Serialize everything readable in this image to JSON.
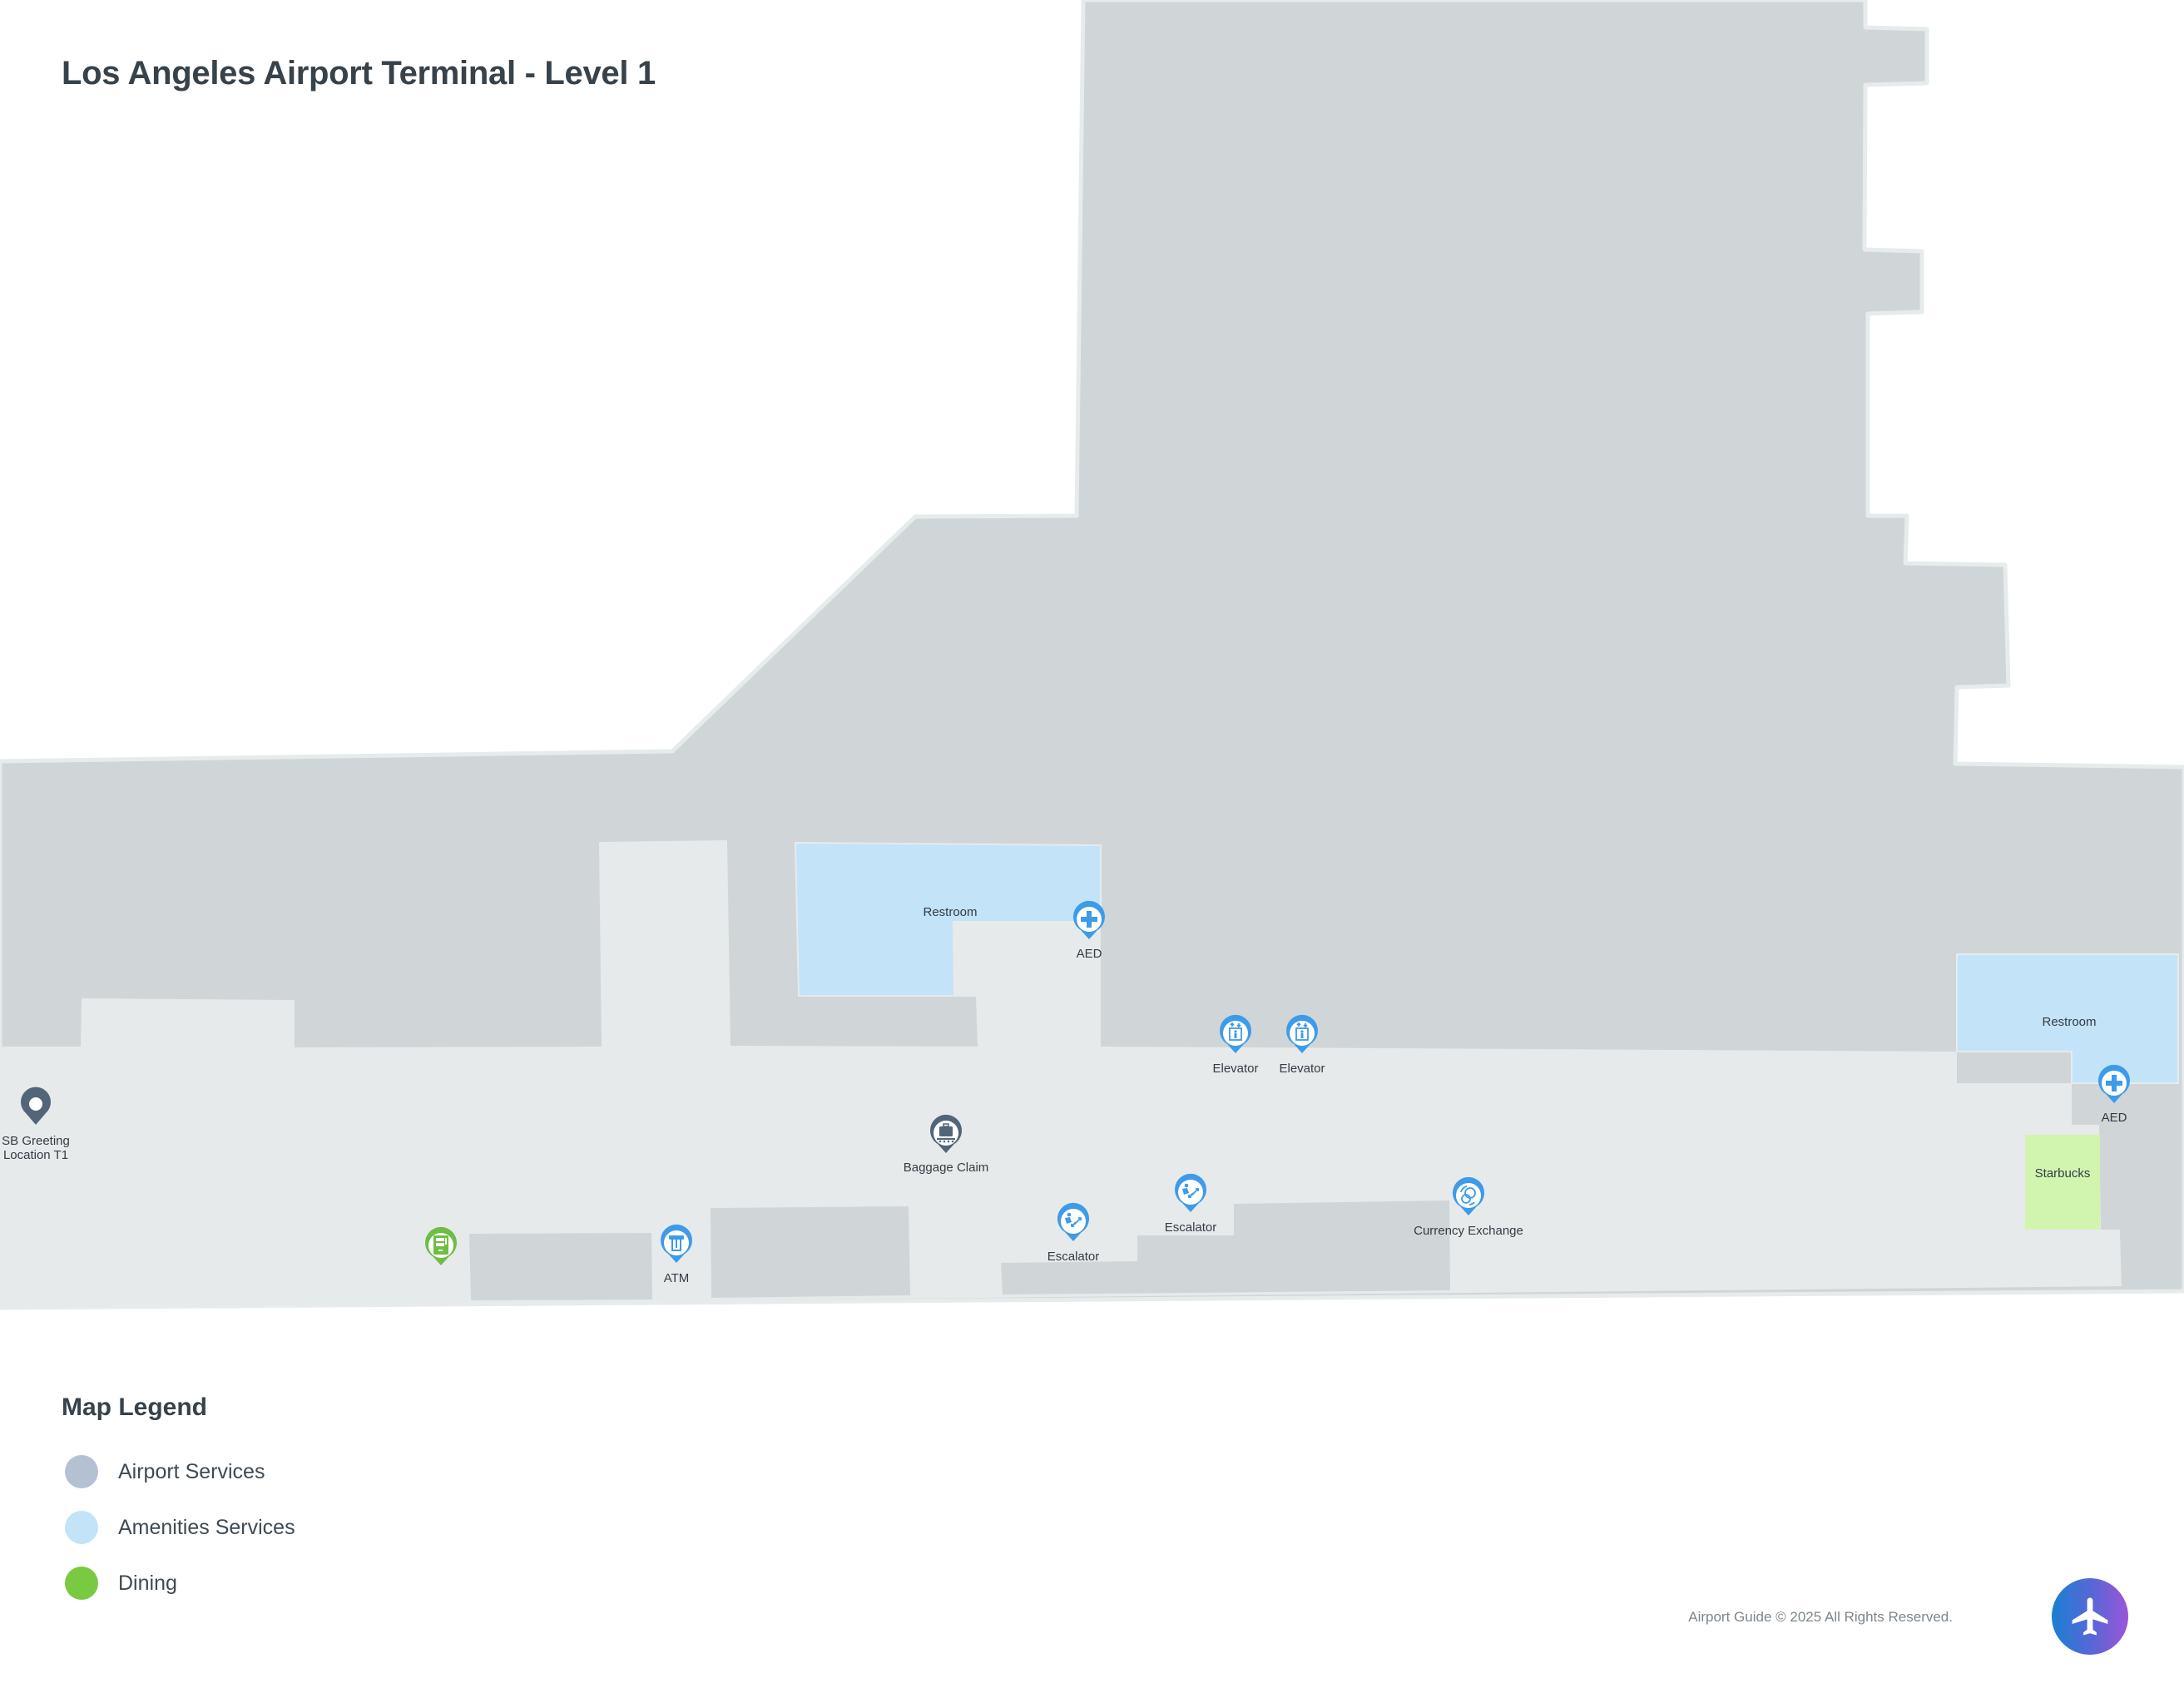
{
  "header": {
    "title": "Los Angeles Airport Terminal - Level 1"
  },
  "map": {
    "colors": {
      "building": "#d0d5d8",
      "corridor": "#e7eaeb",
      "amenities": "#c2e3f8",
      "dining": "#d1f4af",
      "outline": "#e6ebec",
      "pin_blue": "#3d9be9",
      "pin_slate": "#526579",
      "pin_green": "#6ebe45"
    },
    "areas": [
      {
        "name": "Restroom",
        "category": "Amenities Services"
      },
      {
        "name": "Restroom",
        "category": "Amenities Services"
      },
      {
        "name": "Starbucks",
        "category": "Dining"
      }
    ],
    "pois": [
      {
        "label": "SB Greeting",
        "label2": "Location T1",
        "icon": "location-pin-icon"
      },
      {
        "label": "AED",
        "icon": "medical-cross-icon"
      },
      {
        "label": "AED",
        "icon": "medical-cross-icon"
      },
      {
        "label": "Elevator",
        "icon": "elevator-icon"
      },
      {
        "label": "Elevator",
        "icon": "elevator-icon"
      },
      {
        "label": "Baggage Claim",
        "icon": "baggage-icon"
      },
      {
        "label": "Escalator",
        "icon": "escalator-icon"
      },
      {
        "label": "Escalator",
        "icon": "escalator-icon"
      },
      {
        "label": "Currency Exchange",
        "icon": "currency-exchange-icon"
      },
      {
        "label": "ATM",
        "icon": "atm-icon"
      },
      {
        "label": "",
        "icon": "vending-machine-icon"
      }
    ]
  },
  "legend": {
    "title": "Map Legend",
    "items": [
      {
        "label": "Airport Services",
        "color": "#b3c1d3"
      },
      {
        "label": "Amenities Services",
        "color": "#c2e3f8"
      },
      {
        "label": "Dining",
        "color": "#7ac943"
      }
    ]
  },
  "footer": {
    "copyright": "Airport Guide © 2025 All Rights Reserved.",
    "fab_icon": "airplane-icon"
  }
}
